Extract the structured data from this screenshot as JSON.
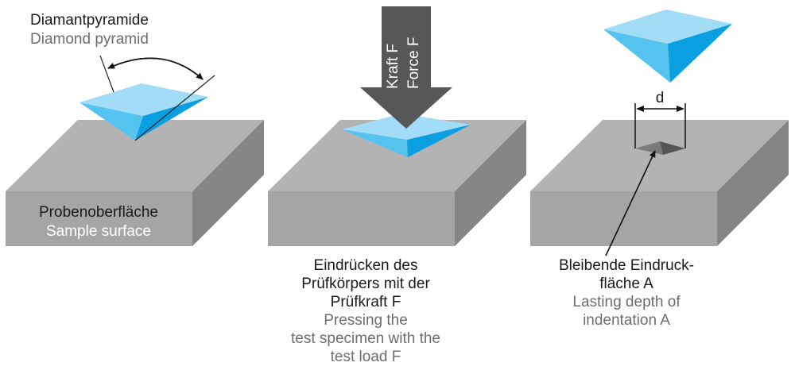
{
  "panel1": {
    "label_de": "Diamantpyramide",
    "label_en": "Diamond pyramid",
    "surface_de": "Probenoberfläche",
    "surface_en": "Sample surface"
  },
  "panel2": {
    "force_de": "Kraft F",
    "force_en": "Force F",
    "caption_de": [
      "Eindrücken des",
      "Prüfkörpers mit der",
      "Prüfkraft F"
    ],
    "caption_en": [
      "Pressing the",
      "test specimen with the",
      "test load F"
    ]
  },
  "panel3": {
    "dimension_label": "d",
    "caption_de": [
      "Bleibende Eindruck-",
      "fläche A"
    ],
    "caption_en": [
      "Lasting depth of",
      "indentation A"
    ]
  },
  "colors": {
    "block_top": "#b3b3b3",
    "block_front": "#a5a5a5",
    "block_side": "#858585",
    "pyramid_top": "#a3dcf6",
    "pyramid_left": "#55c3ef",
    "pyramid_right": "#0a9fe0",
    "force_arrow": "#575757"
  }
}
